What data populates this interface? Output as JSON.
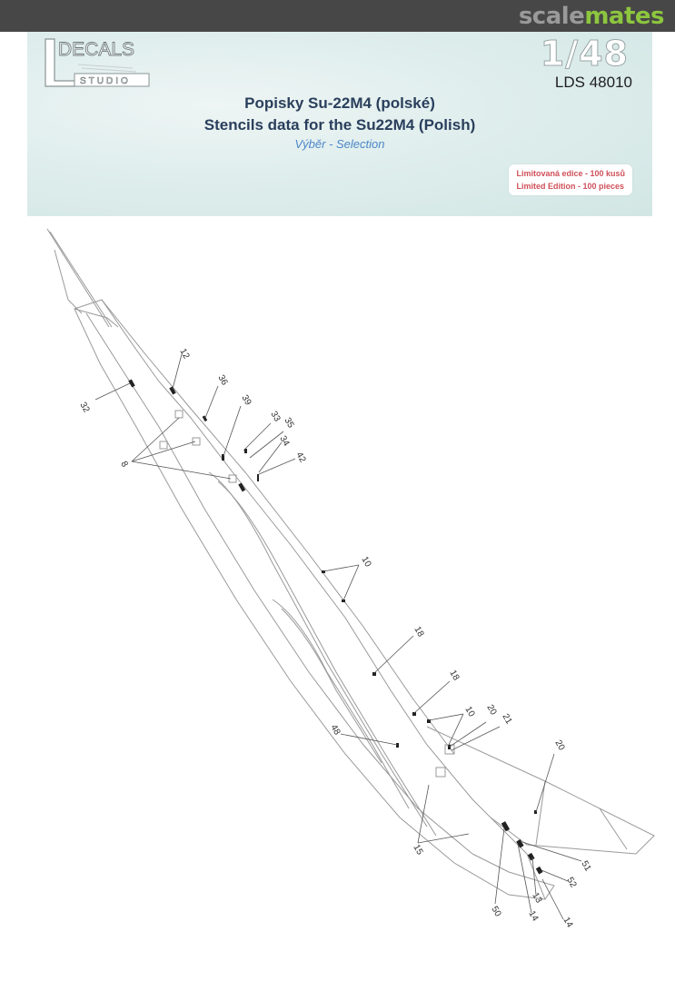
{
  "watermark": {
    "brand_part1": "scale",
    "brand_part2": "mates"
  },
  "header": {
    "logo_top": "DECALS",
    "logo_bottom": "STUDIO",
    "scale": "1/48",
    "product_code": "LDS 48010",
    "title_czech": "Popisky Su-22M4 (polské)",
    "title_english": "Stencils data for the Su22M4 (Polish)",
    "subtitle": "Výběr - Selection",
    "limited_czech": "Limitovaná edice - 100 kusů",
    "limited_english": "Limited Edition - 100 pieces"
  },
  "drawing": {
    "description": "Side-view line drawing of Su-22M4 with stencil placement callouts",
    "callouts": [
      {
        "id": "c12",
        "label": "12"
      },
      {
        "id": "c32",
        "label": "32"
      },
      {
        "id": "c36",
        "label": "36"
      },
      {
        "id": "c39",
        "label": "39"
      },
      {
        "id": "c33",
        "label": "33"
      },
      {
        "id": "c35",
        "label": "35"
      },
      {
        "id": "c34",
        "label": "34"
      },
      {
        "id": "c42",
        "label": "42"
      },
      {
        "id": "c8",
        "label": "8"
      },
      {
        "id": "c10a",
        "label": "10"
      },
      {
        "id": "c18a",
        "label": "18"
      },
      {
        "id": "c18b",
        "label": "18"
      },
      {
        "id": "c10b",
        "label": "10"
      },
      {
        "id": "c20a",
        "label": "20"
      },
      {
        "id": "c21",
        "label": "21"
      },
      {
        "id": "c48",
        "label": "48"
      },
      {
        "id": "c20b",
        "label": "20"
      },
      {
        "id": "c15",
        "label": "15"
      },
      {
        "id": "c51",
        "label": "51"
      },
      {
        "id": "c52",
        "label": "52"
      },
      {
        "id": "c13",
        "label": "13"
      },
      {
        "id": "c14a",
        "label": "14"
      },
      {
        "id": "c14b",
        "label": "14"
      },
      {
        "id": "c50",
        "label": "50"
      }
    ]
  }
}
